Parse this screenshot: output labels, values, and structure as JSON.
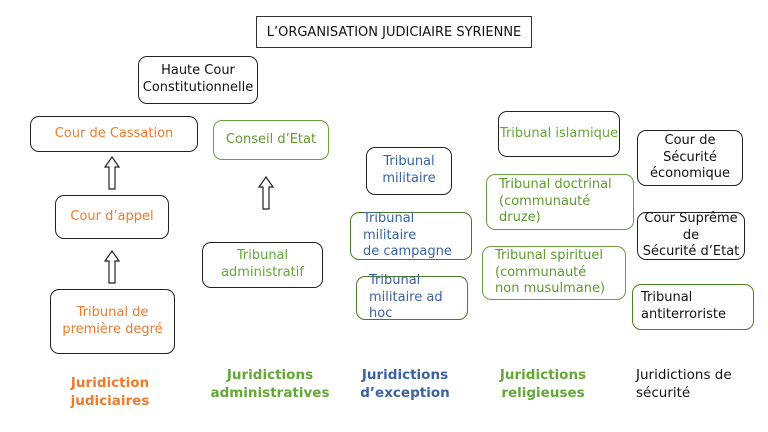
{
  "title": "L’ORGANISATION JUDICIAIRE SYRIENNE",
  "boxes": {
    "haute_cour": "Haute Cour\nConstitutionnelle",
    "cassation": "Cour de Cassation",
    "appel": "Cour d’appel",
    "premiere": "Tribunal de\npremière degré",
    "conseil_etat": "Conseil d’Etat",
    "tribunal_admin": "Tribunal\nadministratif",
    "trib_militaire": "Tribunal\nmilitaire",
    "trib_mil_campagne": "Tribunal militaire\nde campagne",
    "trib_mil_adhoc": "Tribunal\nmilitaire ad hoc",
    "trib_islamique": "Tribunal islamique",
    "trib_doctrinal": "Tribunal doctrinal\n(communauté\ndruze)",
    "trib_spirituel": "Tribunal spirituel\n(communauté\nnon musulmane)",
    "cour_secu_eco": "Cour de\nSécurité\néconomique",
    "cour_supreme": "Cour Suprême de\nSécurité d’Etat",
    "trib_antiterro": "Tribunal\nantiterroriste"
  },
  "columns": {
    "judiciaires": "Juridiction\njudiciaires",
    "administratives": "Juridictions\nadministratives",
    "exception": "Juridictions\nd’exception",
    "religieuses": "Juridictions\nreligieuses",
    "securite": "Juridictions de\nsécurité"
  },
  "colors": {
    "orange": "#ee7b2a",
    "green": "#63a835",
    "blue": "#3a62a3",
    "black": "#111111"
  }
}
